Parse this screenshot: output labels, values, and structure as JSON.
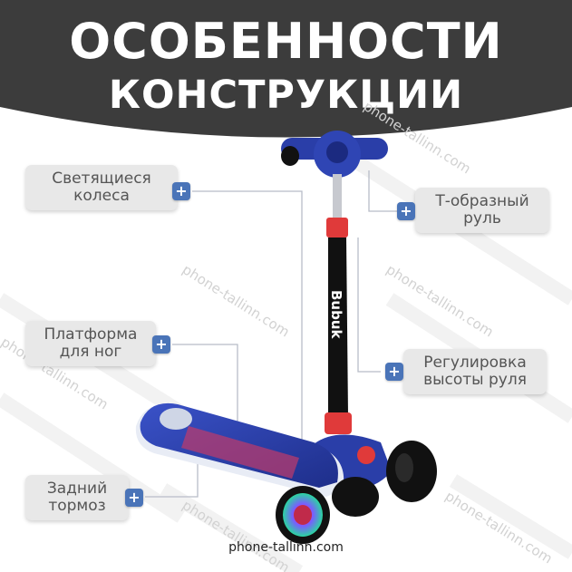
{
  "title": {
    "line1": "ОСОБЕННОСТИ",
    "line2": "КОНСТРУКЦИИ"
  },
  "callouts": {
    "wheels": {
      "line1": "Светящиеся",
      "line2": "колеса"
    },
    "handle": {
      "line1": "Т-образный",
      "line2": "руль"
    },
    "platform": {
      "line1": "Платформа",
      "line2": "для ног"
    },
    "height": {
      "line1": "Регулировка",
      "line2": "высоты руля"
    },
    "brake": {
      "line1": "Задний",
      "line2": "тормоз"
    }
  },
  "plus_symbol": "+",
  "scooter_brand_text": "Bubuk",
  "watermark_text": "phone-tallinn.com",
  "footer": "phone-tallinn.com",
  "colors": {
    "header": "#3c3c3c",
    "accent": "#4a74b8",
    "deck": "#2a3ea8",
    "stem": "#111111",
    "clamp": "#e03a3a"
  }
}
